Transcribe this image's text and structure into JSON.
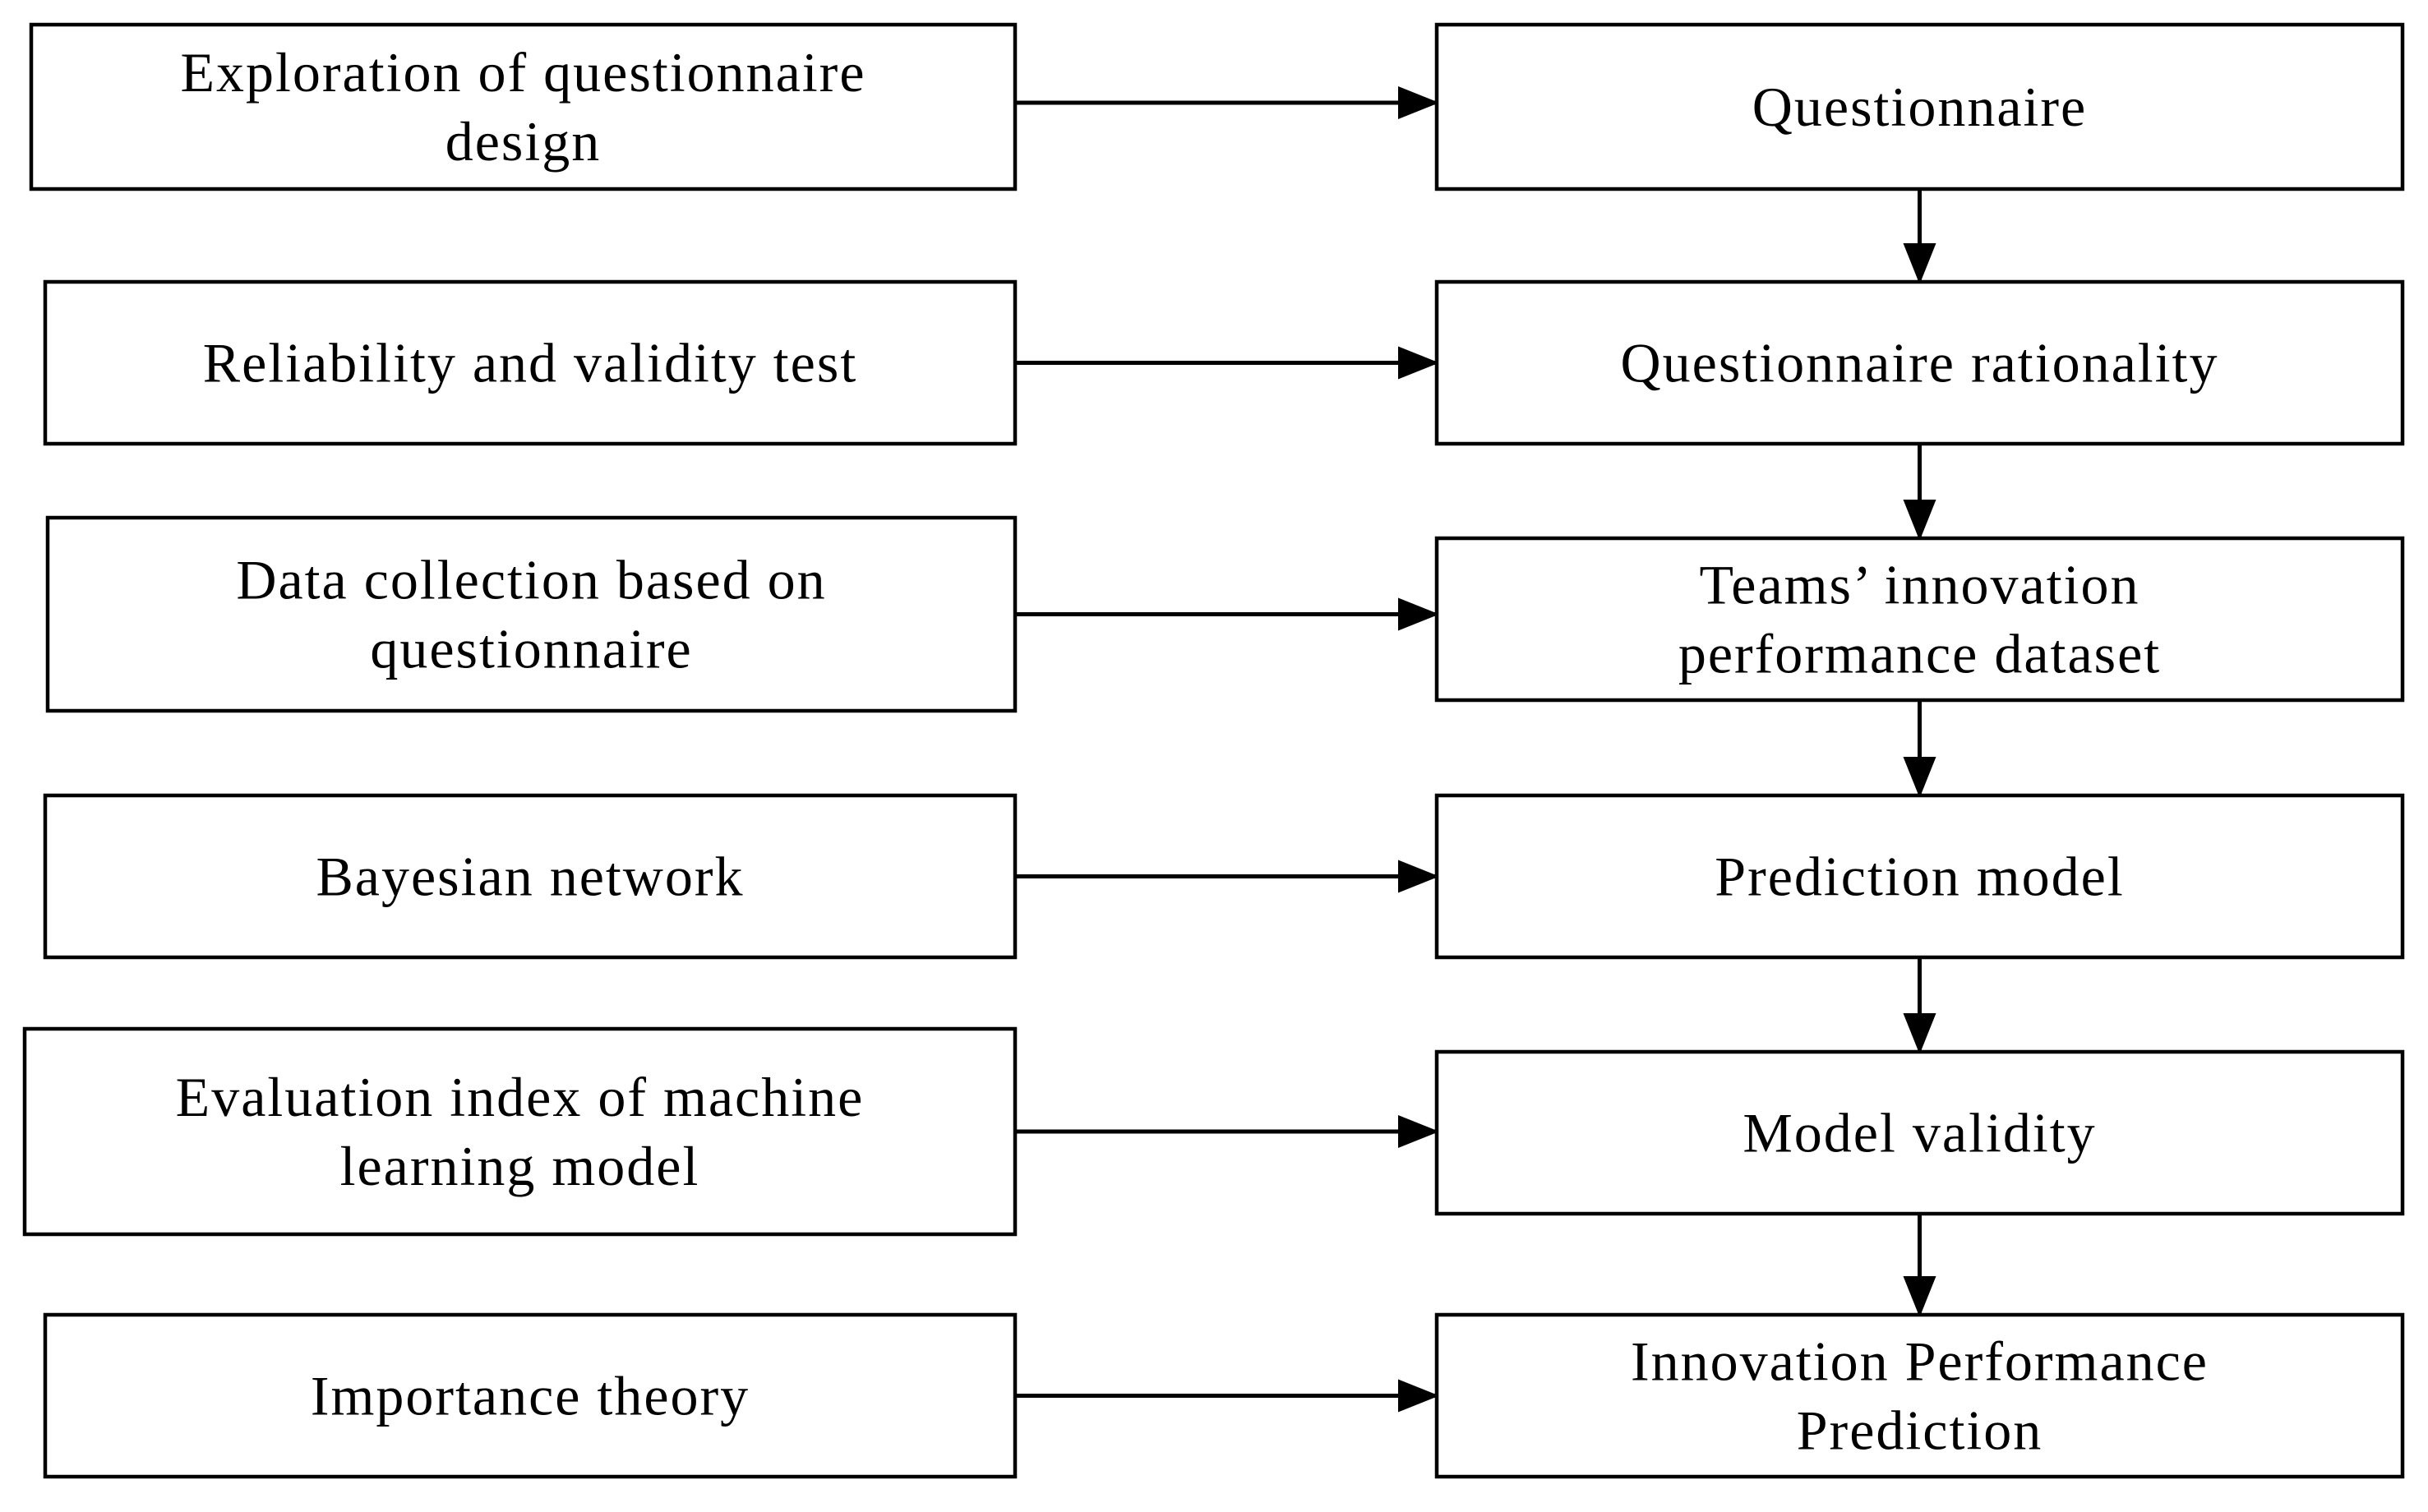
{
  "left_nodes": [
    {
      "id": "L1",
      "lines": [
        "Exploration of questionnaire",
        "design"
      ]
    },
    {
      "id": "L2",
      "lines": [
        "Reliability and validity test"
      ]
    },
    {
      "id": "L3",
      "lines": [
        "Data collection based on",
        "questionnaire"
      ]
    },
    {
      "id": "L4",
      "lines": [
        "Bayesian network"
      ]
    },
    {
      "id": "L5",
      "lines": [
        "Evaluation index of machine",
        "learning model"
      ]
    },
    {
      "id": "L6",
      "lines": [
        "Importance theory"
      ]
    }
  ],
  "right_nodes": [
    {
      "id": "R1",
      "lines": [
        "Questionnaire"
      ]
    },
    {
      "id": "R2",
      "lines": [
        "Questionnaire rationality"
      ]
    },
    {
      "id": "R3",
      "lines": [
        "Teams’  innovation",
        "performance dataset"
      ]
    },
    {
      "id": "R4",
      "lines": [
        "Prediction model"
      ]
    },
    {
      "id": "R5",
      "lines": [
        "Model validity"
      ]
    },
    {
      "id": "R6",
      "lines": [
        "Innovation Performance",
        "Prediction"
      ]
    }
  ],
  "edges": [
    {
      "from": "L1",
      "to": "R1"
    },
    {
      "from": "L2",
      "to": "R2"
    },
    {
      "from": "L3",
      "to": "R3"
    },
    {
      "from": "L4",
      "to": "R4"
    },
    {
      "from": "L5",
      "to": "R5"
    },
    {
      "from": "L6",
      "to": "R6"
    },
    {
      "from": "R1",
      "to": "R2"
    },
    {
      "from": "R2",
      "to": "R3"
    },
    {
      "from": "R3",
      "to": "R4"
    },
    {
      "from": "R4",
      "to": "R5"
    },
    {
      "from": "R5",
      "to": "R6"
    }
  ],
  "colors": {
    "stroke": "#000000",
    "fill": "#ffffff",
    "text": "#000000"
  }
}
